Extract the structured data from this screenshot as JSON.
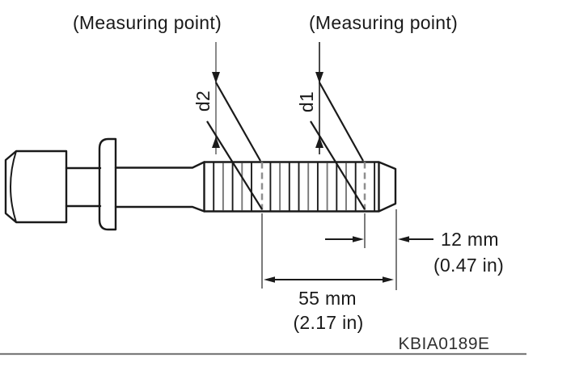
{
  "figure": {
    "kind": "bolt-measuring-diagram",
    "code": "KBIA0189E"
  },
  "labels": {
    "measuring_point_left": "(Measuring point)",
    "measuring_point_right": "(Measuring point)",
    "d2": "d2",
    "d1": "d1"
  },
  "dimensions": {
    "tip_to_d1": {
      "metric": "12 mm",
      "imperial": "(0.47 in)"
    },
    "thread_length": {
      "metric": "55 mm",
      "imperial": "(2.17 in)"
    }
  },
  "colors": {
    "ink": "#1a1a1a",
    "thread_alt": "#777777",
    "guide_gray": "#8f8f8f",
    "rule_gray": "#7c7c7c",
    "background": "#ffffff"
  }
}
